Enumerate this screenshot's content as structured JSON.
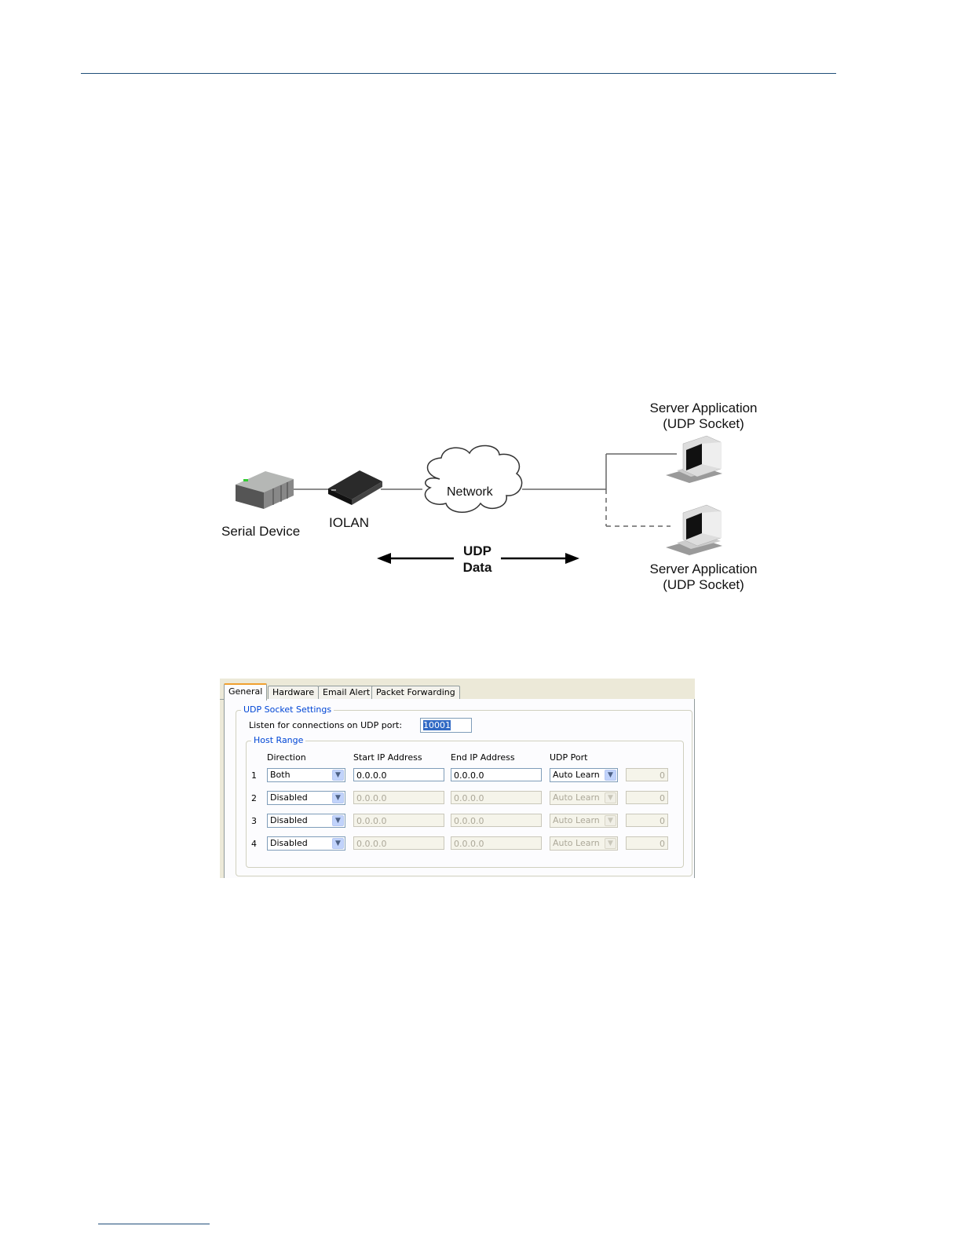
{
  "diagram": {
    "serial_device_label": "Serial Device",
    "iolan_label": "IOLAN",
    "network_label": "Network",
    "udp_line1": "UDP",
    "udp_line2": "Data",
    "server1_line1": "Server Application",
    "server1_line2": "(UDP Socket)",
    "server2_line1": "Server Application",
    "server2_line2": "(UDP Socket)"
  },
  "dialog": {
    "tabs": [
      "General",
      "Hardware",
      "Email Alert",
      "Packet Forwarding"
    ],
    "active_tab": "General",
    "udp_socket_settings_label": "UDP Socket Settings",
    "listen_label": "Listen for connections on UDP port:",
    "listen_port": "10001",
    "host_range_label": "Host Range",
    "columns": {
      "direction": "Direction",
      "start_ip": "Start IP Address",
      "end_ip": "End IP Address",
      "udp_port": "UDP Port"
    },
    "rows": [
      {
        "num": "1",
        "direction": "Both",
        "start_ip": "0.0.0.0",
        "end_ip": "0.0.0.0",
        "udp_port": "Auto Learn",
        "port_value": "0"
      },
      {
        "num": "2",
        "direction": "Disabled",
        "start_ip": "0.0.0.0",
        "end_ip": "0.0.0.0",
        "udp_port": "Auto Learn",
        "port_value": "0"
      },
      {
        "num": "3",
        "direction": "Disabled",
        "start_ip": "0.0.0.0",
        "end_ip": "0.0.0.0",
        "udp_port": "Auto Learn",
        "port_value": "0"
      },
      {
        "num": "4",
        "direction": "Disabled",
        "start_ip": "0.0.0.0",
        "end_ip": "0.0.0.0",
        "udp_port": "Auto Learn",
        "port_value": "0"
      }
    ]
  }
}
